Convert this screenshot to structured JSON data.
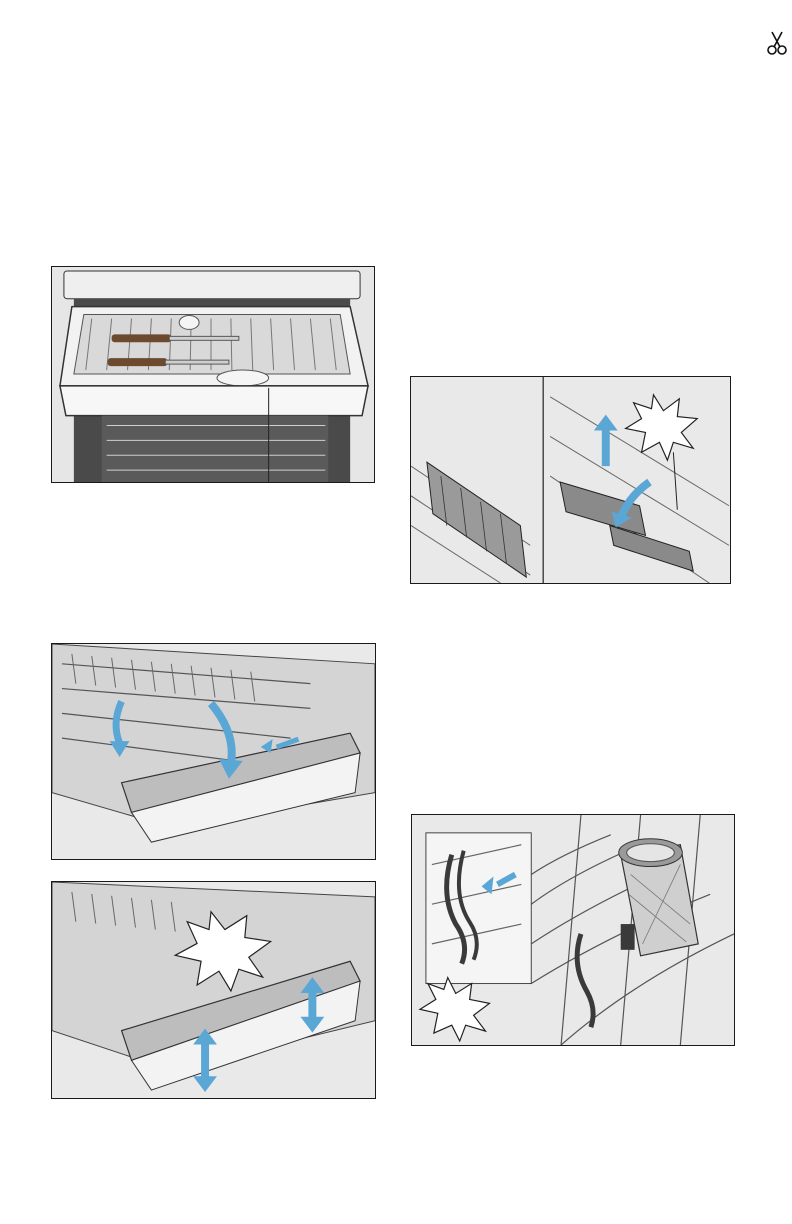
{
  "page": {
    "mark": "scissors-icon"
  },
  "figures": [
    {
      "id": "cutlery-drawer",
      "icon": "cutlery-drawer-illustration"
    },
    {
      "id": "spike-rows-fold",
      "icon": "spike-rows-fold-illustration"
    },
    {
      "id": "drawer-height-adjust",
      "icon": "drawer-height-adjust-illustration"
    },
    {
      "id": "folding-spikes",
      "icon": "folding-spikes-illustration"
    },
    {
      "id": "small-items-holder",
      "icon": "small-items-holder-illustration"
    }
  ],
  "colors": {
    "arrow": "#5aa7d6",
    "panel": "#e9e9e9",
    "line": "#1a1a1a"
  }
}
